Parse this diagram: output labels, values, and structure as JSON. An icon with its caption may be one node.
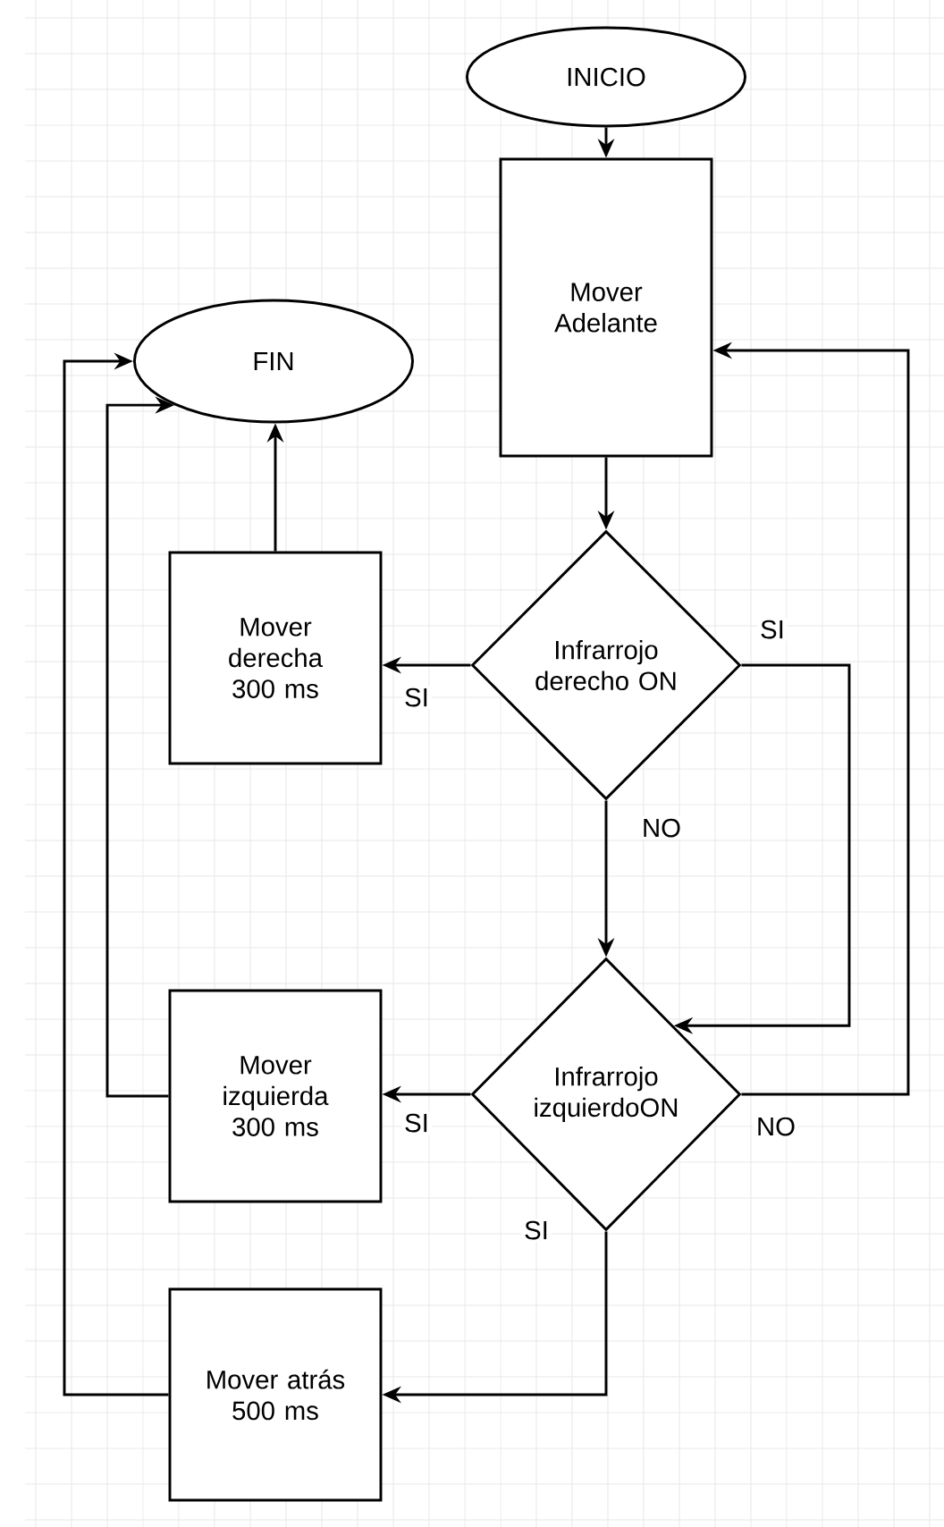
{
  "diagram": {
    "nodes": [
      {
        "text": [
          "INICIO"
        ]
      },
      {
        "text": [
          "Mover Adelante"
        ]
      },
      {
        "text": [
          "FIN"
        ]
      },
      {
        "text": [
          "Mover derecha 300 ms"
        ]
      },
      {
        "text": [
          "Infrarrojo derecho ON"
        ]
      },
      {
        "text": [
          "Infrarrojo izquierdoON"
        ]
      },
      {
        "text": [
          "Mover izquierda 300 ms"
        ]
      },
      {
        "text": [
          "Mover atrás 500 ms"
        ]
      }
    ],
    "edges": [
      {
        "from": 0,
        "to": 1,
        "arrow": "to"
      },
      {
        "from": 1,
        "to": 4,
        "arrow": "to"
      },
      {
        "from": 4,
        "to": 3,
        "arrow": "to",
        "label": "SI"
      },
      {
        "from": 3,
        "to": 2,
        "arrow": "to"
      },
      {
        "from": 4,
        "to": 5,
        "arrow": "to",
        "label": "NO"
      },
      {
        "from": 4,
        "to": 5,
        "arrow": "to",
        "label": "SI"
      },
      {
        "from": 5,
        "to": 1,
        "arrow": "to",
        "label": "NO"
      },
      {
        "from": 5,
        "to": 6,
        "arrow": "to",
        "label": "SI"
      },
      {
        "from": 5,
        "to": 7,
        "arrow": "to",
        "label": "SI"
      },
      {
        "from": 6,
        "to": 2,
        "arrow": "to"
      },
      {
        "from": 7,
        "to": 2,
        "arrow": "to"
      }
    ]
  }
}
